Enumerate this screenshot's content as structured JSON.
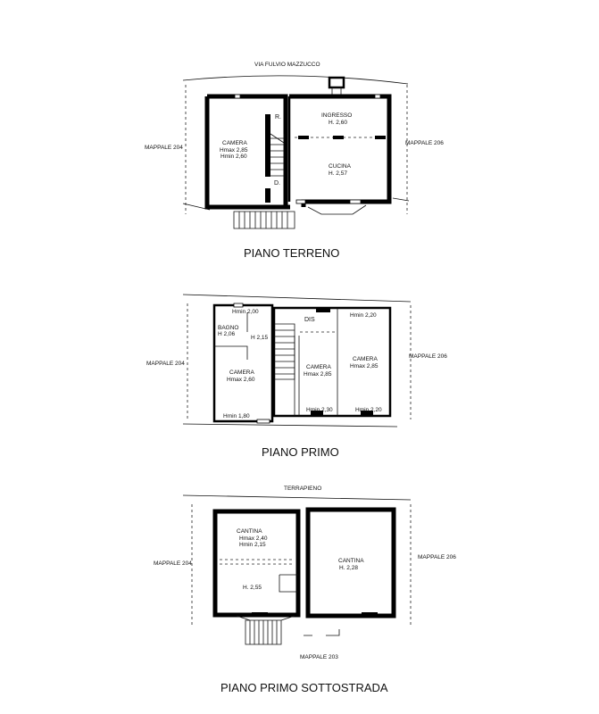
{
  "floors": {
    "ground": {
      "caption": "PIANO TERRENO",
      "street": "VIA FULVIO MAZZUCCO",
      "left_parcel": "MAPPALE 204",
      "right_parcel": "MAPPALE 206",
      "rooms": {
        "camera": {
          "name": "CAMERA",
          "hmax": "Hmax 2,85",
          "hmin": "Hmin 2,60"
        },
        "ingresso": {
          "name": "INGRESSO",
          "height": "H. 2,60"
        },
        "cucina": {
          "name": "CUCINA",
          "height": "H. 2,57"
        }
      },
      "stair_up": "R.",
      "stair_down": "D."
    },
    "first": {
      "caption": "PIANO PRIMO",
      "left_parcel": "MAPPALE 204",
      "right_parcel": "MAPPALE 206",
      "rooms": {
        "bagno": {
          "name": "BAGNO",
          "height": "H 2,06",
          "hmin": "Hmin 2,00",
          "side": "H 2,15"
        },
        "camera_left": {
          "name": "CAMERA",
          "hmax": "Hmax 2,60",
          "hmin": "Hmin 1,80"
        },
        "dis": {
          "name": "DIS"
        },
        "camera_mid": {
          "name": "CAMERA",
          "hmax": "Hmax 2,85",
          "hmin": "Hmin 2,30"
        },
        "camera_right": {
          "name": "CAMERA",
          "hmax": "Hmax 2,85",
          "hmin": "Hmin 2,20",
          "hmin_top": "Hmin 2,20"
        }
      }
    },
    "basement": {
      "caption": "PIANO PRIMO SOTTOSTRADA",
      "top_label": "TERRAPIENO",
      "bottom_label": "MAPPALE 203",
      "left_parcel": "MAPPALE 204",
      "right_parcel": "MAPPALE 206",
      "rooms": {
        "cantina_left": {
          "name": "CANTINA",
          "hmax": "Hmax 2,40",
          "hmin": "Hmin 2,15",
          "height": "H. 2,55"
        },
        "cantina_right": {
          "name": "CANTINA",
          "height": "H. 2,28"
        }
      }
    }
  }
}
